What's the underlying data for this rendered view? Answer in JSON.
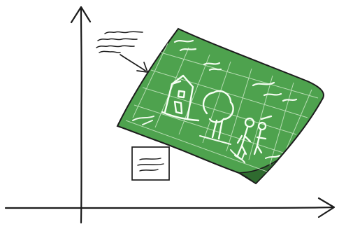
{
  "figure": {
    "kind": "hand-drawn sketch",
    "description_icon": "map-sheet-icon",
    "colors": {
      "ink": "#1c1c1c",
      "sheet_green": "#4ea24e",
      "sheet_dark": "#2f6b2f",
      "sheet_lines": "#e9f6e6",
      "paper": "#ffffff"
    },
    "elements": {
      "x_axis": "arrow",
      "y_axis": "arrow",
      "legend_box": "rectangle-with-lines",
      "wind_lines": "wavy-lines",
      "pointer": "arrow-to-sheet",
      "sheet": "tilted-green-map",
      "sheet_content_icons": [
        "house-icon",
        "tree-icon",
        "people-icon",
        "birds-icon",
        "grid-icon"
      ]
    }
  }
}
